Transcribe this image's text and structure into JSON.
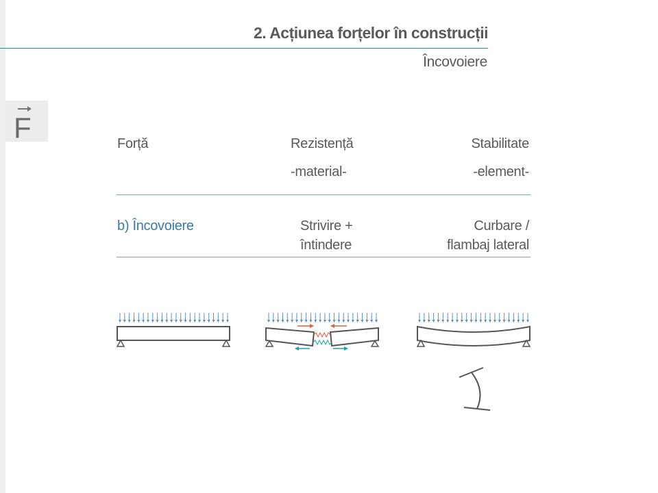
{
  "page": {
    "title": "2. Acțiunea forțelor în construcții",
    "subtitle": "Încovoiere",
    "section_letter": "F"
  },
  "table": {
    "headers": {
      "col1": "Forță",
      "col2": "Rezistență",
      "col3": "Stabilitate"
    },
    "subheaders": {
      "col2": "-material-",
      "col3": "-element-"
    },
    "row": {
      "label": "b) Încovoiere",
      "col2_line1": "Strivire +",
      "col2_line2": "întindere",
      "col3_line1": "Curbare /",
      "col3_line2": "flambaj lateral"
    }
  },
  "colors": {
    "accent": "#3a7aa8",
    "load_arrows": "#5b8fc2",
    "compression": "#e0603a",
    "tension": "#1aa6a0",
    "beam": "#555555"
  }
}
